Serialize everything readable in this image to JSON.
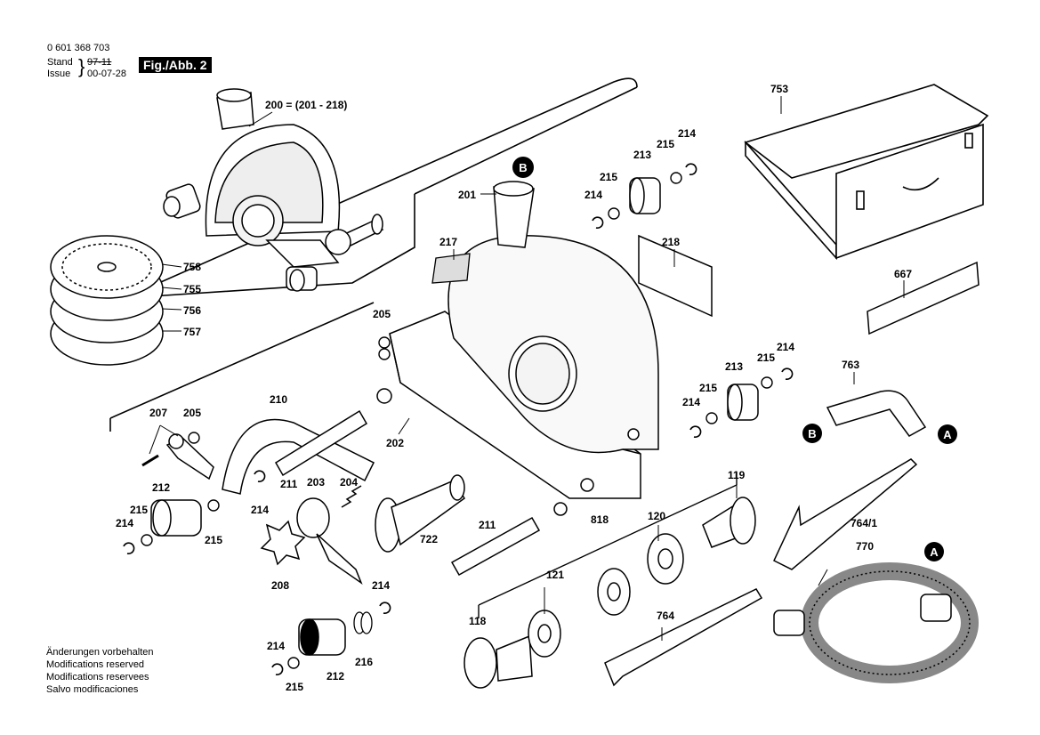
{
  "header": {
    "part_number": "0 601 368 703",
    "stand_label": "Stand",
    "issue_label": "Issue",
    "stand_value": "97-11",
    "issue_value": "00-07-28",
    "figure": "Fig./Abb. 2"
  },
  "notes": [
    "Änderungen vorbehalten",
    "Modifications reserved",
    "Modifications reservees",
    "Salvo modificaciones"
  ],
  "callouts": {
    "group_200": "200 = (201 - 218)",
    "p201": "201",
    "p202": "202",
    "p203": "203",
    "p204": "204",
    "p205": "205",
    "p207": "207",
    "p208": "208",
    "p210": "210",
    "p211": "211",
    "p212": "212",
    "p213": "213",
    "p214": "214",
    "p215": "215",
    "p216": "216",
    "p217": "217",
    "p218": "218",
    "p118": "118",
    "p119": "119",
    "p120": "120",
    "p121": "121",
    "p667": "667",
    "p722": "722",
    "p753": "753",
    "p755": "755",
    "p756": "756",
    "p757": "757",
    "p758": "758",
    "p763": "763",
    "p764": "764",
    "p764_1": "764/1",
    "p770": "770",
    "p818": "818"
  },
  "markers": {
    "a": "A",
    "b": "B"
  }
}
